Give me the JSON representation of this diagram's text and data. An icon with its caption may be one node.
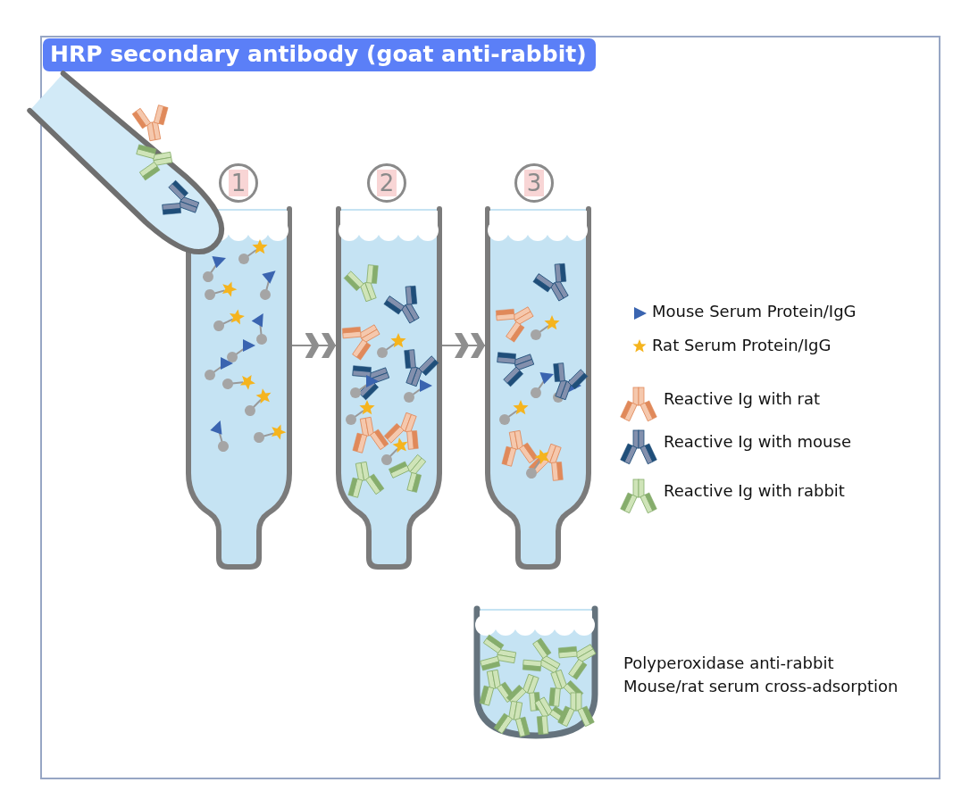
{
  "diagram": {
    "title": "HRP secondary antibody (goat anti-rabbit)",
    "nodes": [
      {
        "text": [
          "1"
        ]
      },
      {
        "text": [
          "2"
        ]
      },
      {
        "text": [
          "3"
        ]
      },
      {
        "text": [],
        "shape": "tube"
      },
      {
        "text": [],
        "shape": "tube"
      },
      {
        "text": [],
        "shape": "tube"
      },
      {
        "text": [],
        "shape": "cup",
        "beside": [
          "Polyperoxidase anti-rabbit",
          "Mouse/rat serum cross-adsorption"
        ]
      },
      {
        "text": [],
        "shape": "picture"
      }
    ],
    "edges": [
      {
        "from": 3,
        "to": 4,
        "arrow": "to"
      },
      {
        "from": 4,
        "to": 5,
        "arrow": "to"
      }
    ],
    "legend": [
      {
        "text": "Mouse Serum Protein/IgG"
      },
      {
        "text": "Rat Serum Protein/IgG"
      },
      {
        "text": "Reactive Ig with rat"
      },
      {
        "text": "Reactive Ig with mouse"
      },
      {
        "text": "Reactive Ig with rabbit"
      }
    ]
  }
}
